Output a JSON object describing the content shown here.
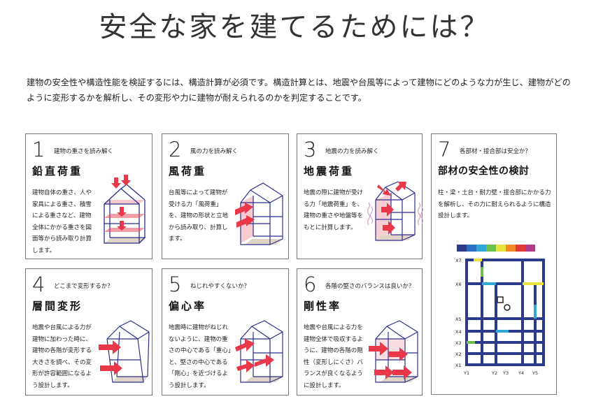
{
  "title": "安全な家を建てるためには？",
  "intro": "建物の安全性や構造性能を検証するには、構造計算が必須です。構造計算とは、地震や台風等によって建物にどのような力が生じ、建物がどのように変形するかを解析し、その変形や力に建物が耐えられるのかを判定することです。",
  "cards": [
    {
      "num": "1",
      "sub": "建物の重さを読み解く",
      "head": "鉛直荷重",
      "body": "建物自体の重さ、人や家具による重さ、積雪による重さなど、建物全体にかかる重さを図面等から読み取り計算します。"
    },
    {
      "num": "2",
      "sub": "風の力を読み解く",
      "head": "風荷重",
      "body": "台風等によって建物が受ける力「風荷重」を、建物の形状と立地から読み取り、計算します。"
    },
    {
      "num": "3",
      "sub": "地震の力を読み解く",
      "head": "地震荷重",
      "body": "地震の際に建物が受ける力「地震荷重」を、建物の重さや地盤等をもとに計算します。"
    },
    {
      "num": "7",
      "sub": "各部材・接合部は安全か？",
      "head": "部材の安全性の検討",
      "body": "柱・梁・土台・耐力壁・接合部にかかる力を解析し、その力に耐えられるように構造設計します。"
    },
    {
      "num": "4",
      "sub": "どこまで変形するか？",
      "head": "層間変形",
      "body": "地震や台風による力が建物に加わった時に、建物の各階が変形する大きさを調べ、その変形が許容範囲になるよう設計します。"
    },
    {
      "num": "5",
      "sub": "ねじれやすくないか？",
      "head": "偏心率",
      "body": "地震時に建物がねじれないように、建物の重さの中心である「重心」と、堅さの中心である「剛心」を近づけるよう設計します。"
    },
    {
      "num": "6",
      "sub": "各階の堅さのバランスは良いか？",
      "head": "剛性率",
      "body": "地震や台風による力を建物全体で吸収するように、建物の各階の剛性（変形しにくさ）バランスが良くなるように設計します。"
    }
  ],
  "plan": {
    "y_labels": [
      "X7",
      "X6",
      "X5",
      "X4",
      "X3",
      "X2",
      "X1"
    ],
    "x_labels": [
      "Y1",
      "Y2",
      "Y3",
      "Y4",
      "Y5"
    ],
    "scale_colors": [
      "#2c3a8c",
      "#2b6fc2",
      "#2fa8d8",
      "#6cc04a",
      "#e8e23a",
      "#f08a28",
      "#e03a3a",
      "#b03a8c"
    ]
  }
}
